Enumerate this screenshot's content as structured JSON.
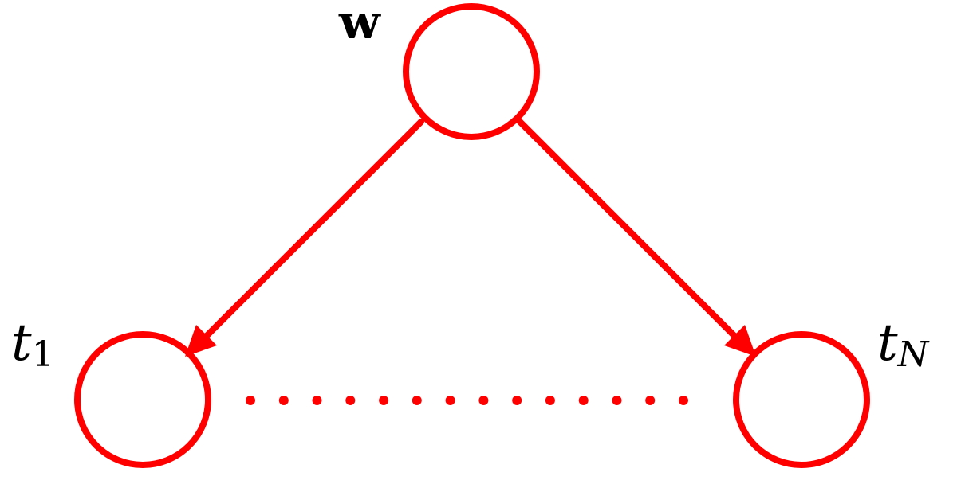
{
  "colors": {
    "stroke": "#ff0000",
    "text": "#000000",
    "background": "#ffffff"
  },
  "nodes": {
    "w": {
      "label": "w"
    },
    "t1": {
      "label": "t",
      "subscript": "1"
    },
    "tN": {
      "label": "t",
      "subscript": "N"
    }
  },
  "edges": [
    {
      "from": "w",
      "to": "t1",
      "directed": true
    },
    {
      "from": "w",
      "to": "tN",
      "directed": true
    },
    {
      "from": "t1",
      "to": "tN",
      "style": "dotted"
    }
  ]
}
